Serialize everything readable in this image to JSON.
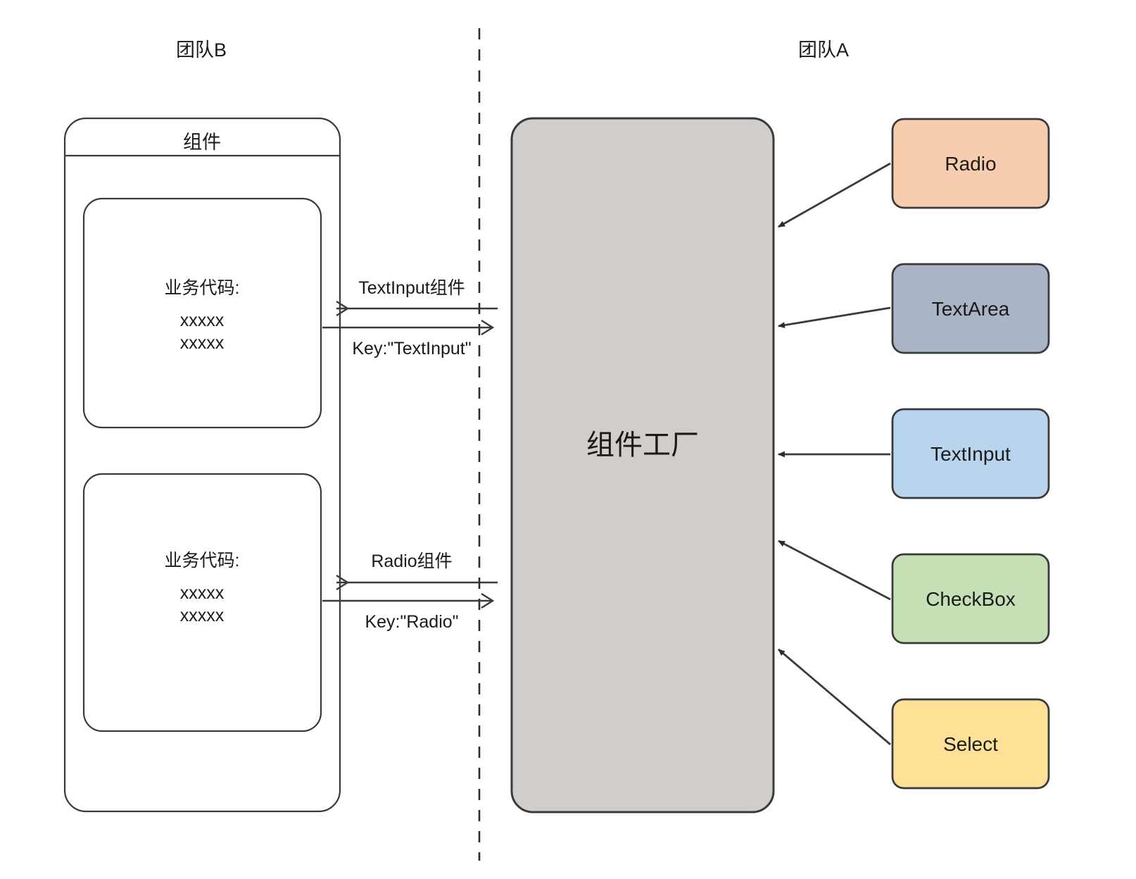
{
  "diagram": {
    "title_left": "团队B",
    "title_right": "团队A",
    "left_panel": {
      "header": "组件",
      "blocks": [
        {
          "label": "业务代码:",
          "line1": "xxxxx",
          "line2": "xxxxx"
        },
        {
          "label": "业务代码:",
          "line1": "xxxxx",
          "line2": "xxxxx"
        }
      ]
    },
    "center": {
      "label": "组件工厂",
      "fill": "#d0cdca"
    },
    "messages": [
      {
        "top": "TextInput组件",
        "bottom": "Key:\"TextInput\""
      },
      {
        "top": "Radio组件",
        "bottom": "Key:\"Radio\""
      }
    ],
    "components": [
      {
        "label": "Radio",
        "fill": "#f6cdae"
      },
      {
        "label": "TextArea",
        "fill": "#a9b5c6"
      },
      {
        "label": "TextInput",
        "fill": "#b9d5ee"
      },
      {
        "label": "CheckBox",
        "fill": "#c5e0b4"
      },
      {
        "label": "Select",
        "fill": "#fce196"
      }
    ]
  }
}
